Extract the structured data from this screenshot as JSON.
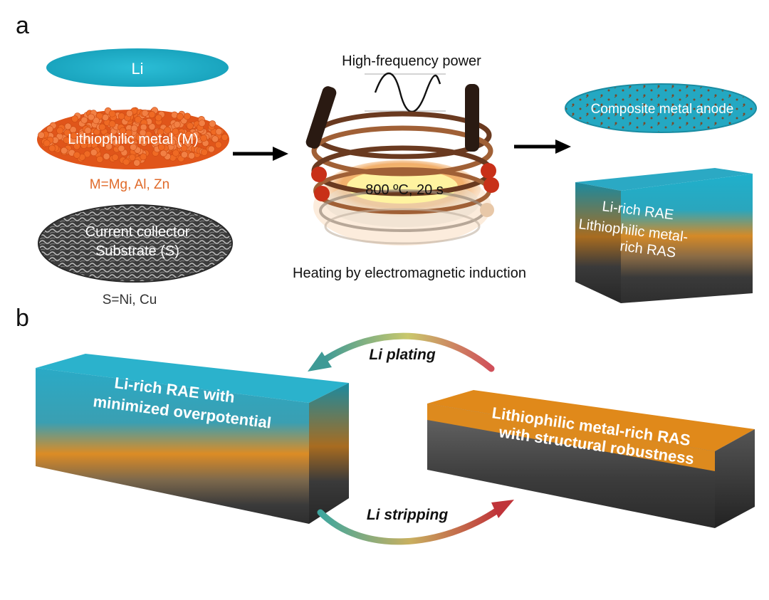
{
  "panel_a": {
    "label": "a",
    "li_label": "Li",
    "metal_label": "Lithiophilic metal (M)",
    "metal_options": "M=Mg, Al, Zn",
    "collector_line1": "Current collector",
    "collector_line2": "Substrate (S)",
    "substrate_options": "S=Ni, Cu",
    "power_label": "High-frequency power",
    "temperature_label": "800 ºC, 20 s",
    "heating_label": "Heating by electromagnetic induction",
    "anode_label": "Composite metal anode",
    "rae_label": "Li-rich RAE",
    "ras_line1": "Lithiophilic metal-",
    "ras_line2": "rich RAS"
  },
  "panel_b": {
    "label": "b",
    "left_block_line1": "Li-rich RAE with",
    "left_block_line2": "minimized overpotential",
    "right_block_line1": "Lithiophilic metal-rich RAS",
    "right_block_line2": "with structural robustness",
    "plating_label": "Li plating",
    "stripping_label": "Li stripping"
  },
  "colors": {
    "lithium": "#1eb4cc",
    "lithiophilic_metal": "#e8621e",
    "metal_text": "#e06a2a",
    "substrate": "#3a3a3a",
    "orange_block": "#e0891a"
  }
}
